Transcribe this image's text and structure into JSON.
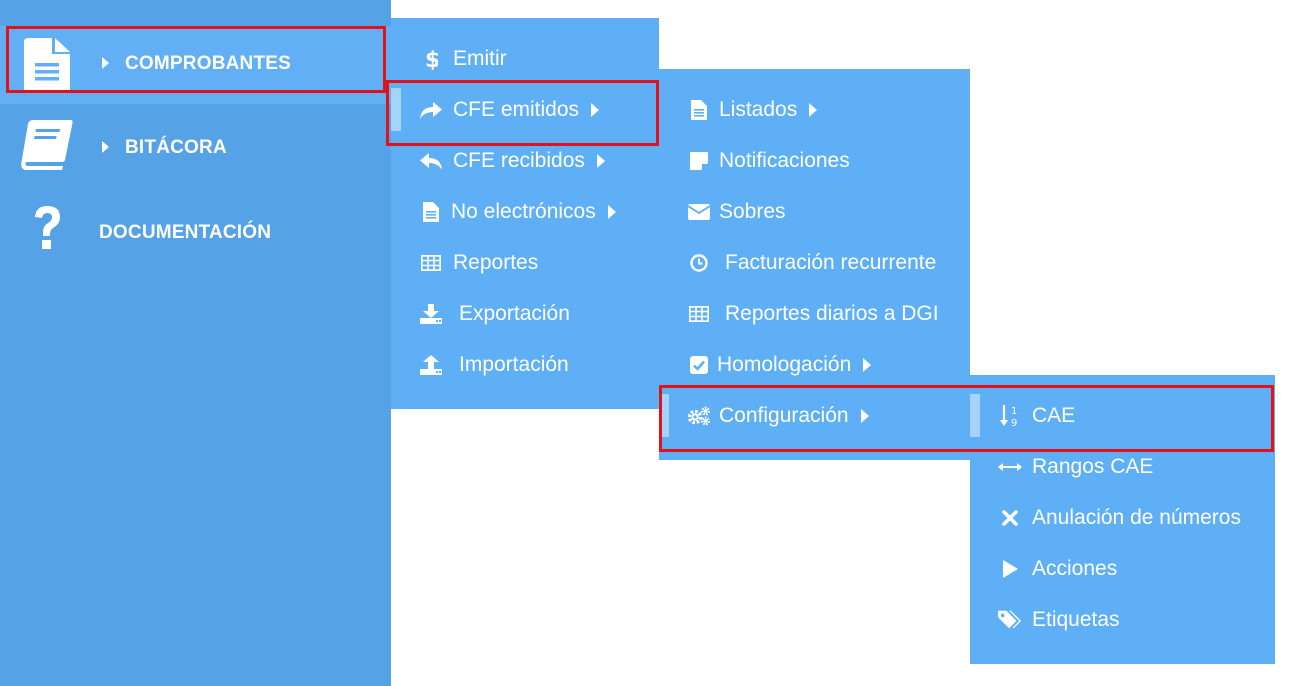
{
  "sidebar": {
    "items": [
      {
        "label": "COMPROBANTES",
        "icon": "file-text-icon",
        "has_caret": true,
        "active": true
      },
      {
        "label": "BITÁCORA",
        "icon": "book-icon",
        "has_caret": true,
        "active": false
      },
      {
        "label": "DOCUMENTACIÓN",
        "icon": "question-icon",
        "has_caret": false,
        "active": false
      }
    ]
  },
  "menu1": {
    "items": [
      {
        "label": "Emitir",
        "icon": "dollar-icon"
      },
      {
        "label": "CFE emitidos",
        "icon": "share-arrow-icon",
        "submenu": true,
        "selected": true
      },
      {
        "label": "CFE recibidos",
        "icon": "reply-arrow-icon",
        "submenu": true
      },
      {
        "label": "No electrónicos",
        "icon": "file-icon",
        "submenu": true
      },
      {
        "label": "Reportes",
        "icon": "table-icon"
      },
      {
        "label": "Exportación",
        "icon": "download-icon"
      },
      {
        "label": "Importación",
        "icon": "upload-icon"
      }
    ]
  },
  "menu2": {
    "items": [
      {
        "label": "Listados",
        "icon": "file-icon",
        "submenu": true
      },
      {
        "label": "Notificaciones",
        "icon": "sticky-note-icon"
      },
      {
        "label": "Sobres",
        "icon": "envelope-icon"
      },
      {
        "label": "Facturación recurrente",
        "icon": "clock-icon"
      },
      {
        "label": "Reportes diarios a DGI",
        "icon": "table-icon"
      },
      {
        "label": "Homologación",
        "icon": "check-square-icon",
        "submenu": true
      },
      {
        "label": "Configuración",
        "icon": "gears-icon",
        "submenu": true,
        "selected": true
      }
    ]
  },
  "menu3": {
    "items": [
      {
        "label": "CAE",
        "icon": "sort-numeric-icon",
        "selected": true
      },
      {
        "label": "Rangos CAE",
        "icon": "arrows-horizontal-icon"
      },
      {
        "label": "Anulación de números",
        "icon": "times-icon"
      },
      {
        "label": "Acciones",
        "icon": "play-icon"
      },
      {
        "label": "Etiquetas",
        "icon": "tags-icon"
      }
    ]
  },
  "colors": {
    "sidebar_bg": "#56a2e6",
    "menu_bg": "#5eaff6",
    "active_item_bg": "#62aff5",
    "selected_marker": "#a6d3fb",
    "highlight_border": "#e0131b",
    "text": "#ffffff"
  }
}
